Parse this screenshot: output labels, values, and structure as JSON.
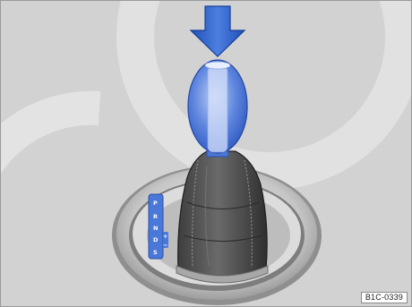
{
  "figure": {
    "reference_code": "B1C-0339",
    "gate_letters": [
      "P",
      "R",
      "N",
      "D",
      "S"
    ],
    "gate_side_marks": [
      "+",
      "−"
    ],
    "icons": [
      "down-arrow-icon"
    ],
    "colors": {
      "background": "#d2d2d2",
      "highlight_blue": "#3a6fd8",
      "arrow_blue": "#2e5fc4",
      "gate_blue": "#4a78d8"
    }
  }
}
